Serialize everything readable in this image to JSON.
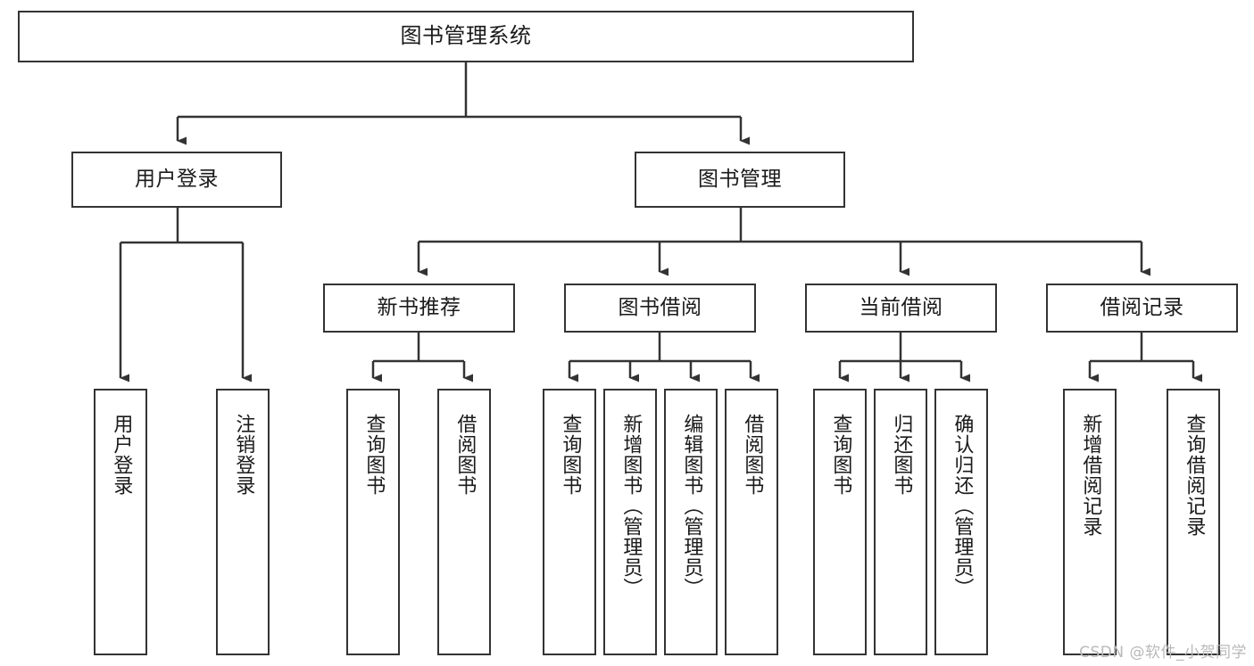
{
  "diagram": {
    "type": "tree",
    "title": "图书管理系统",
    "orientation": "top-down",
    "colors": {
      "box_border": "#333333",
      "box_fill": "#ffffff",
      "connector": "#333333",
      "text": "#1a1a1a",
      "watermark": "#b9b9b9",
      "background": "#ffffff"
    },
    "nodes": {
      "root": {
        "label": "图书管理系统"
      },
      "level2": [
        {
          "label": "用户登录"
        },
        {
          "label": "图书管理"
        }
      ],
      "level3": [
        {
          "label": "新书推荐"
        },
        {
          "label": "图书借阅"
        },
        {
          "label": "当前借阅"
        },
        {
          "label": "借阅记录"
        }
      ],
      "leaves": {
        "user_login": [
          {
            "label": "用户登录"
          },
          {
            "label": "注销登录"
          }
        ],
        "new_book": [
          {
            "label": "查询图书"
          },
          {
            "label": "借阅图书"
          }
        ],
        "book_borrow": [
          {
            "label": "查询图书"
          },
          {
            "label": "新增图书（管理员）"
          },
          {
            "label": "编辑图书（管理员）"
          },
          {
            "label": "借阅图书"
          }
        ],
        "current_borrow": [
          {
            "label": "查询图书"
          },
          {
            "label": "归还图书"
          },
          {
            "label": "确认归还（管理员）"
          }
        ],
        "borrow_record": [
          {
            "label": "新增借阅记录"
          },
          {
            "label": "查询借阅记录"
          }
        ]
      }
    }
  },
  "watermark": {
    "text": "CSDN @软件_小贺同学"
  }
}
